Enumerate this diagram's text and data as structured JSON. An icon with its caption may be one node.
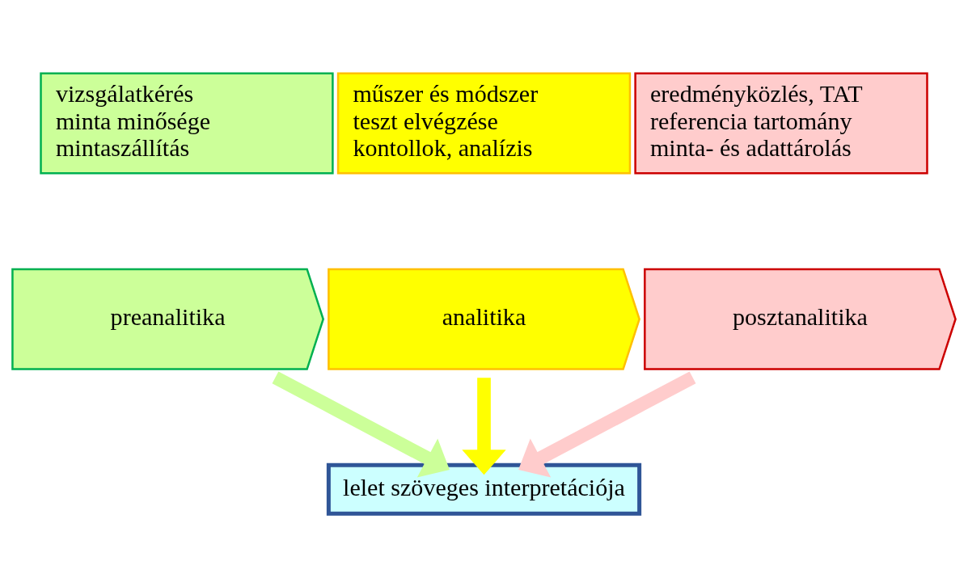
{
  "diagram": {
    "nodes": [
      {
        "text": [
          "vizsgálatkérés",
          "minta minősége",
          "mintaszállítás"
        ]
      },
      {
        "text": [
          "műszer és módszer",
          "teszt elvégzése",
          "kontollok, analízis"
        ]
      },
      {
        "text": [
          "eredményközlés, TAT",
          "referencia tartomány",
          "minta- és adattárolás"
        ]
      },
      {
        "text": [
          "preanalitika"
        ]
      },
      {
        "text": [
          "analitika"
        ]
      },
      {
        "text": [
          "posztanalitika"
        ]
      },
      {
        "text": [
          "lelet szöveges interpretációja"
        ]
      }
    ],
    "edges": [
      {
        "from": 3,
        "to": 6,
        "arrow": "to",
        "color": "#ccff99"
      },
      {
        "from": 4,
        "to": 6,
        "arrow": "to",
        "color": "#ffff00"
      },
      {
        "from": 5,
        "to": 6,
        "arrow": "to",
        "color": "#ffcccc"
      }
    ]
  }
}
